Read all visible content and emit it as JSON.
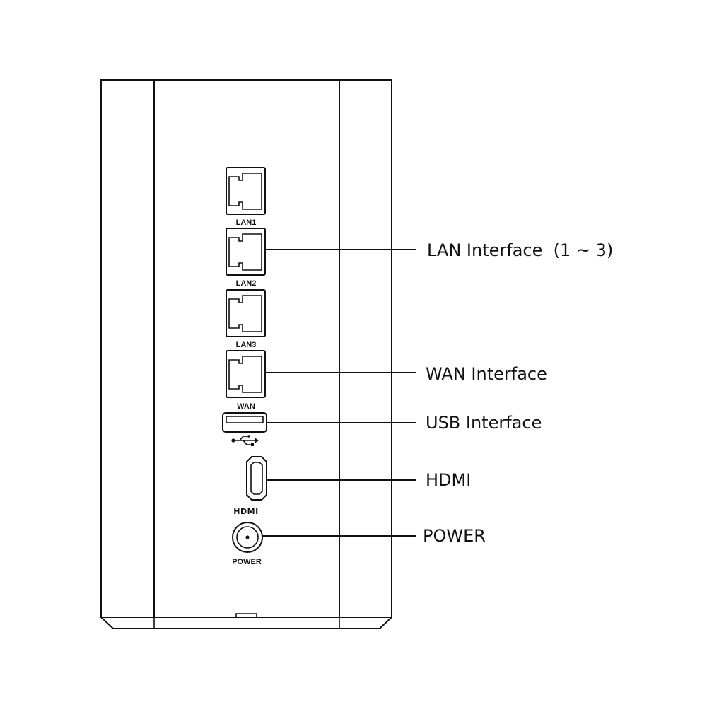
{
  "ports": {
    "lan1": "LAN1",
    "lan2": "LAN2",
    "lan3": "LAN3",
    "wan": "WAN",
    "hdmi": "HDMI",
    "power": "POWER"
  },
  "callouts": {
    "lan": "LAN Interface  (1 ~ 3)",
    "wan": "WAN Interface",
    "usb": "USB Interface",
    "hdmi": "HDMI",
    "power": "POWER"
  },
  "icons": {
    "usb": "usb-symbol-icon"
  },
  "colors": {
    "line": "#111111",
    "background": "#ffffff"
  }
}
